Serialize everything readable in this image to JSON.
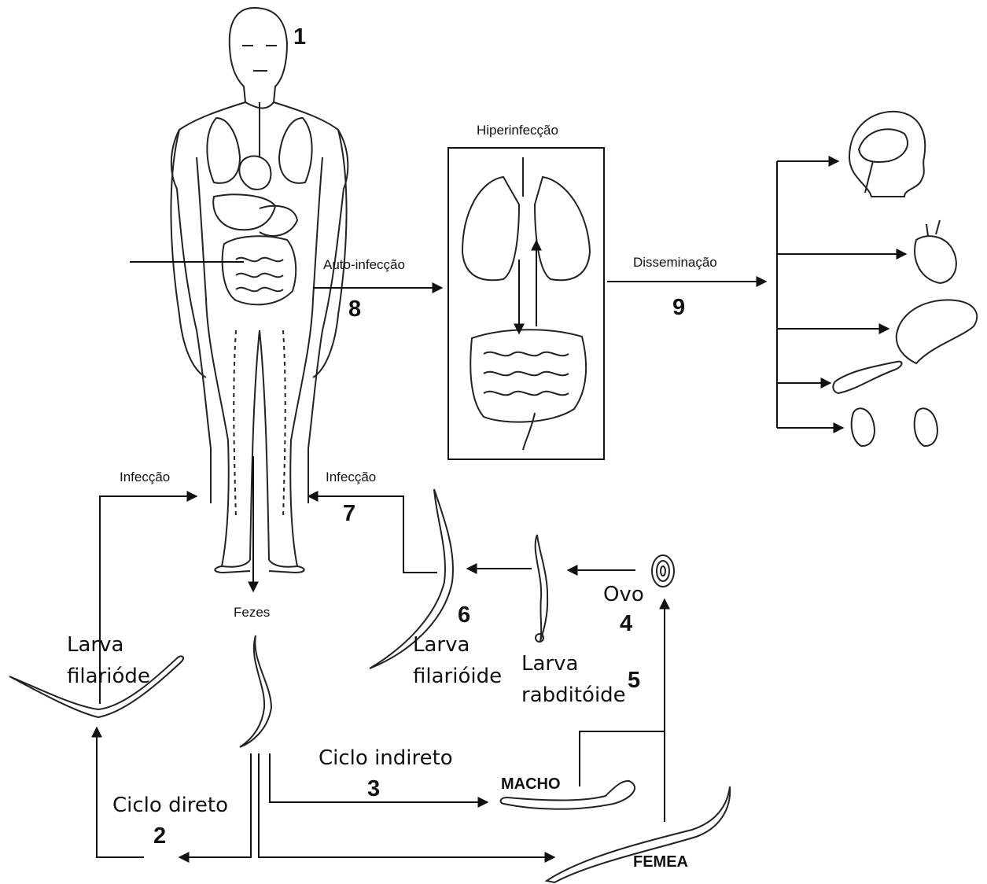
{
  "labels": {
    "num_1": "1",
    "num_2": "2",
    "num_3": "3",
    "num_4": "4",
    "num_5": "5",
    "num_6": "6",
    "num_7": "7",
    "num_8": "8",
    "num_9": "9",
    "hiperinfeccao": "Hiperinfecção",
    "auto_infeccao": "Auto-infecção",
    "disseminacao": "Disseminação",
    "infeccao_left": "Infecção",
    "infeccao_right": "Infecção",
    "fezes": "Fezes",
    "larva_filarioide_left_1": "Larva",
    "larva_filarioide_left_2": "filarióde",
    "larva_filarioide_mid_1": "Larva",
    "larva_filarioide_mid_2": "filarióide",
    "larva_rabditoide_1": "Larva",
    "larva_rabditoide_2": "rabditóide",
    "ovo": "Ovo",
    "ciclo_direto": "Ciclo direto",
    "ciclo_indireto": "Ciclo indireto",
    "macho": "MACHO",
    "femea": "FEMEA"
  },
  "icons": [
    "human-body-icon",
    "lungs-icon",
    "intestine-icon",
    "brain-head-icon",
    "heart-icon",
    "liver-icon",
    "pancreas-icon",
    "kidney-icon",
    "larva-icon",
    "egg-icon",
    "male-worm-icon",
    "female-worm-icon"
  ]
}
